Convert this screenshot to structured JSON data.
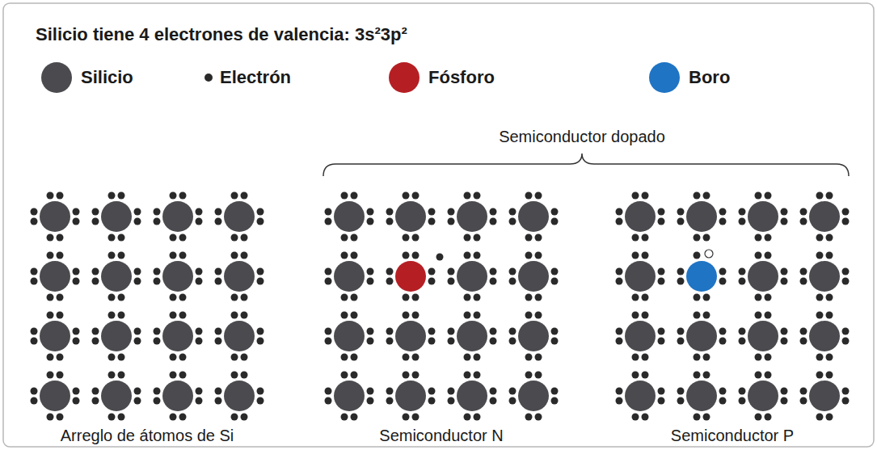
{
  "diagram": {
    "title": "Silicio tiene 4 electrones de valencia: 3s²3p²",
    "labels": [
      "Semiconductor dopado",
      "Arreglo de átomos de Si",
      "Semiconductor N",
      "Semiconductor P"
    ],
    "legend": [
      {
        "text": "Silicio",
        "color": "#4b4b4f"
      },
      {
        "text": "Electrón",
        "color": "#2a2a2a"
      },
      {
        "text": "Fósforo",
        "color": "#b51f24"
      },
      {
        "text": "Boro",
        "color": "#1f74c4"
      }
    ]
  }
}
